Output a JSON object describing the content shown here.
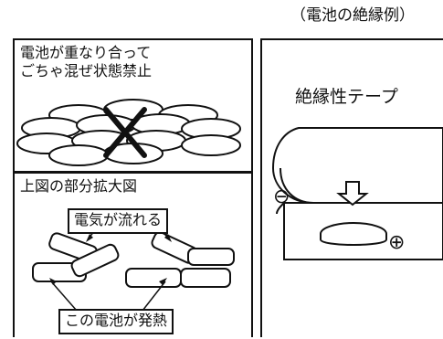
{
  "caption": "（電池の絶縁例）",
  "panel_top": {
    "line1": "電池が重なり合って",
    "line2": "ごちゃ混ぜ状態禁止"
  },
  "panel_bottom": {
    "title": "上図の部分拡大図",
    "current_label": "電気が流れる",
    "heat_label": "この電池が発熱"
  },
  "panel_right": {
    "title": "絶縁性テープ",
    "minus": "⊖",
    "plus": "⊕"
  }
}
